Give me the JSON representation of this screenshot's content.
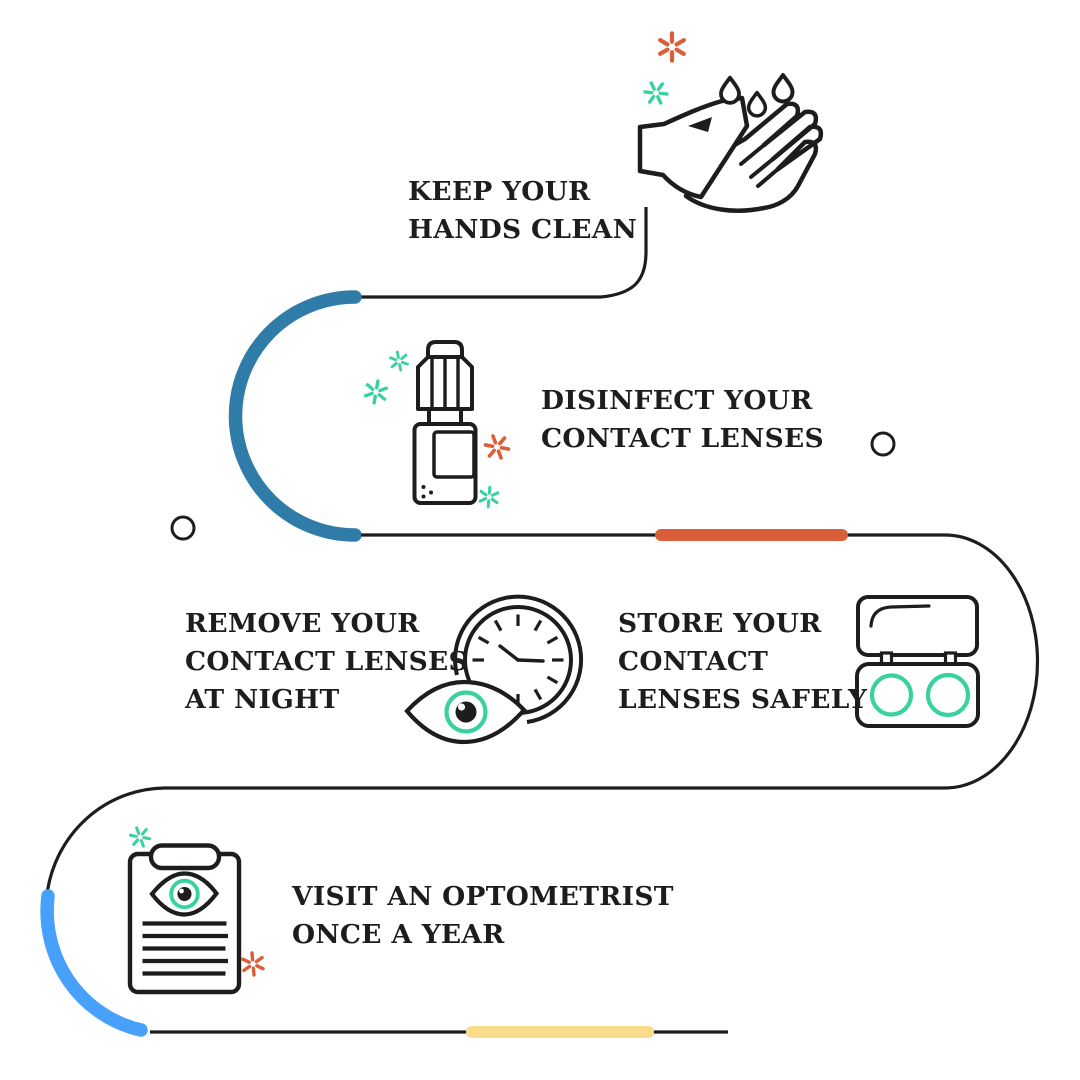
{
  "infographic": {
    "steps": [
      {
        "title_lines": [
          "KEEP YOUR",
          "HANDS CLEAN"
        ],
        "icon": "hands-washing-icon"
      },
      {
        "title_lines": [
          "DISINFECT YOUR",
          "CONTACT LENSES"
        ],
        "icon": "solution-bottle-icon"
      },
      {
        "title_lines": [
          "REMOVE YOUR",
          "CONTACT LENSES",
          "AT NIGHT"
        ],
        "icon": "clock-and-eye-icon"
      },
      {
        "title_lines": [
          "STORE YOUR",
          "CONTACT",
          "LENSES SAFELY"
        ],
        "icon": "contact-lens-case-icon"
      },
      {
        "title_lines": [
          "VISIT AN OPTOMETRIST",
          "ONCE A YEAR"
        ],
        "icon": "clipboard-eye-icon"
      }
    ]
  },
  "colors": {
    "ink": "#1d1d1d",
    "path_blue": "#2f7ca9",
    "path_light_blue": "#47a0fb",
    "path_orange": "#d95f3b",
    "path_yellow": "#f8dc8a",
    "accent_teal": "#38d1a0",
    "background": "#ffffff"
  }
}
